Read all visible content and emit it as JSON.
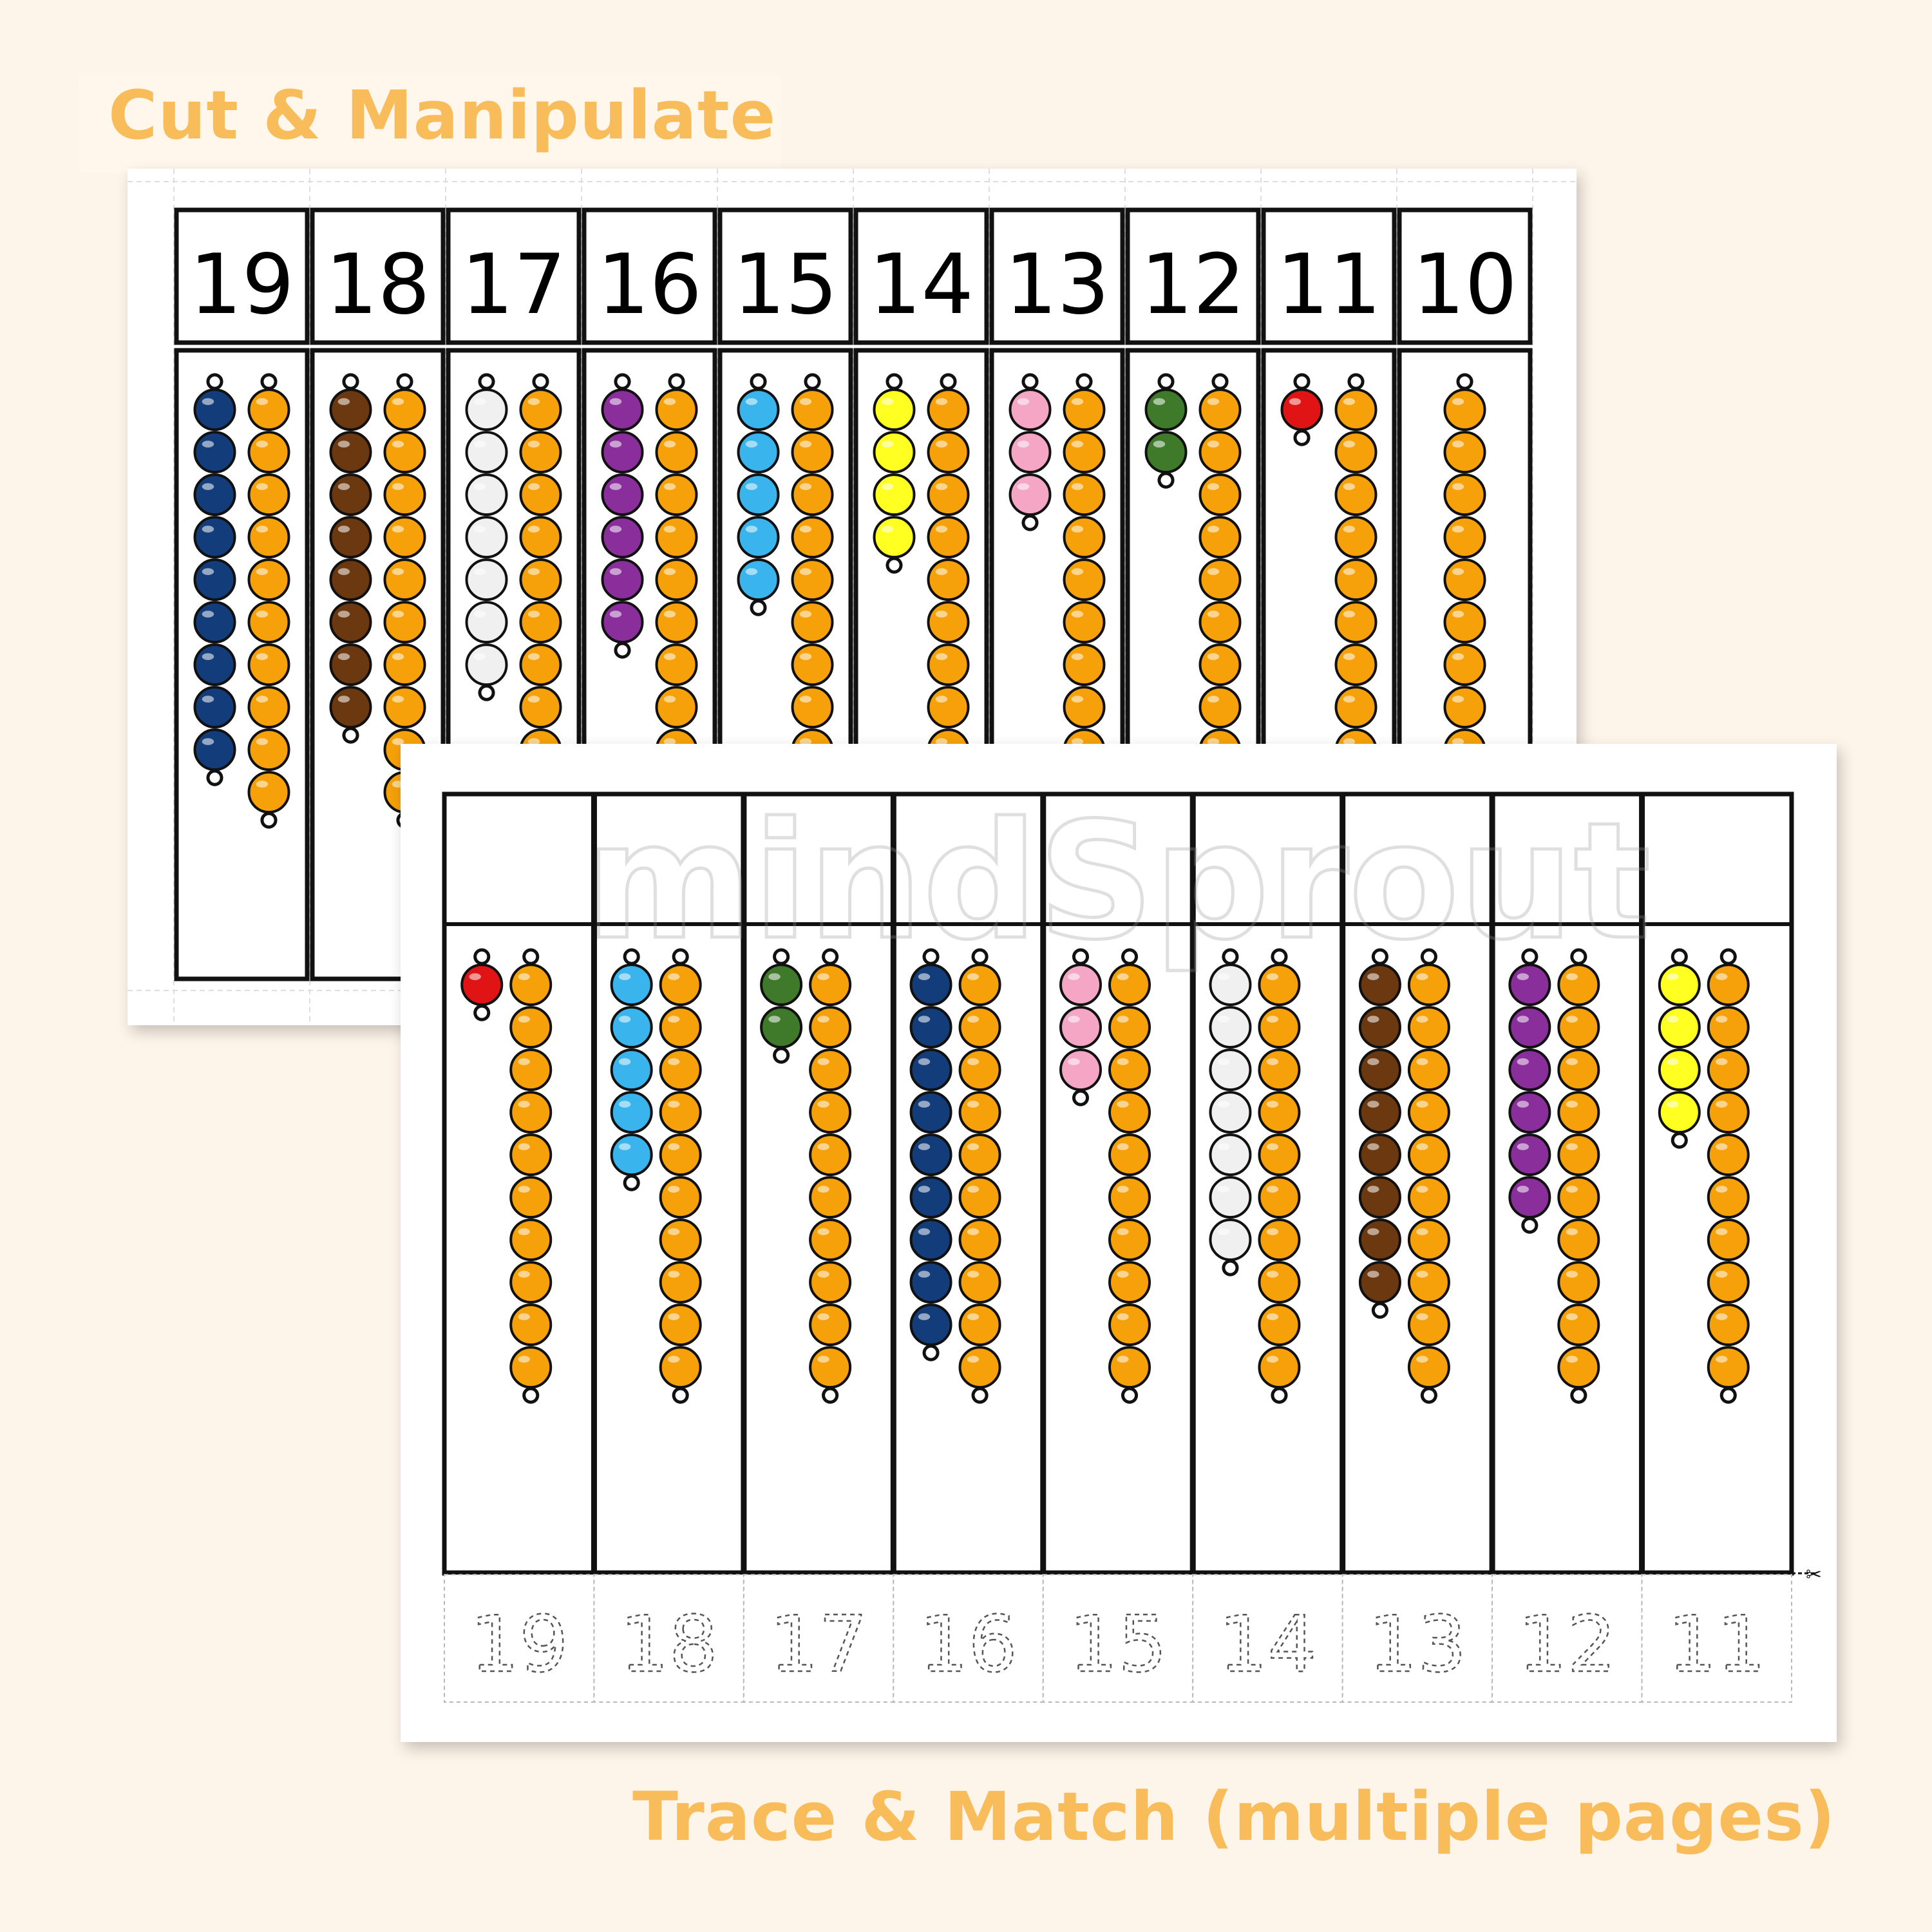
{
  "headings": {
    "top": "Cut & Manipulate",
    "bottom": "Trace & Match (multiple pages)"
  },
  "colors": {
    "heading": "#f8bd5a",
    "outline": "#111111",
    "golden_bead": "#f6a10a",
    "beads": {
      "1": "#e01414",
      "2": "#3f7a2a",
      "3": "#f4a6c4",
      "4": "#ffff22",
      "5": "#3ab4ec",
      "6": "#8a2e9c",
      "7": "#f0f0f0",
      "8": "#6b3810",
      "9": "#123d7a"
    }
  },
  "watermark": "mindSprout",
  "back_sheet": {
    "numbers": [
      "19",
      "18",
      "17",
      "16",
      "15",
      "14",
      "13",
      "12",
      "11",
      "10"
    ],
    "columns": [
      {
        "number": 19,
        "colored_beads": 9,
        "golden_beads": 10
      },
      {
        "number": 18,
        "colored_beads": 8,
        "golden_beads": 10
      },
      {
        "number": 17,
        "colored_beads": 7,
        "golden_beads": 10
      },
      {
        "number": 16,
        "colored_beads": 6,
        "golden_beads": 10
      },
      {
        "number": 15,
        "colored_beads": 5,
        "golden_beads": 10
      },
      {
        "number": 14,
        "colored_beads": 4,
        "golden_beads": 10
      },
      {
        "number": 13,
        "colored_beads": 3,
        "golden_beads": 10
      },
      {
        "number": 12,
        "colored_beads": 2,
        "golden_beads": 10
      },
      {
        "number": 11,
        "colored_beads": 1,
        "golden_beads": 10
      },
      {
        "number": 10,
        "colored_beads": 0,
        "golden_beads": 10
      }
    ]
  },
  "front_sheet": {
    "trace_numbers": [
      "19",
      "18",
      "17",
      "16",
      "15",
      "14",
      "13",
      "12",
      "11"
    ],
    "bead_columns": [
      {
        "colored_beads": 1,
        "golden_beads": 10
      },
      {
        "colored_beads": 5,
        "golden_beads": 10
      },
      {
        "colored_beads": 2,
        "golden_beads": 10
      },
      {
        "colored_beads": 9,
        "golden_beads": 10
      },
      {
        "colored_beads": 3,
        "golden_beads": 10
      },
      {
        "colored_beads": 7,
        "golden_beads": 10
      },
      {
        "colored_beads": 8,
        "golden_beads": 10
      },
      {
        "colored_beads": 6,
        "golden_beads": 10
      },
      {
        "colored_beads": 4,
        "golden_beads": 10
      }
    ]
  }
}
